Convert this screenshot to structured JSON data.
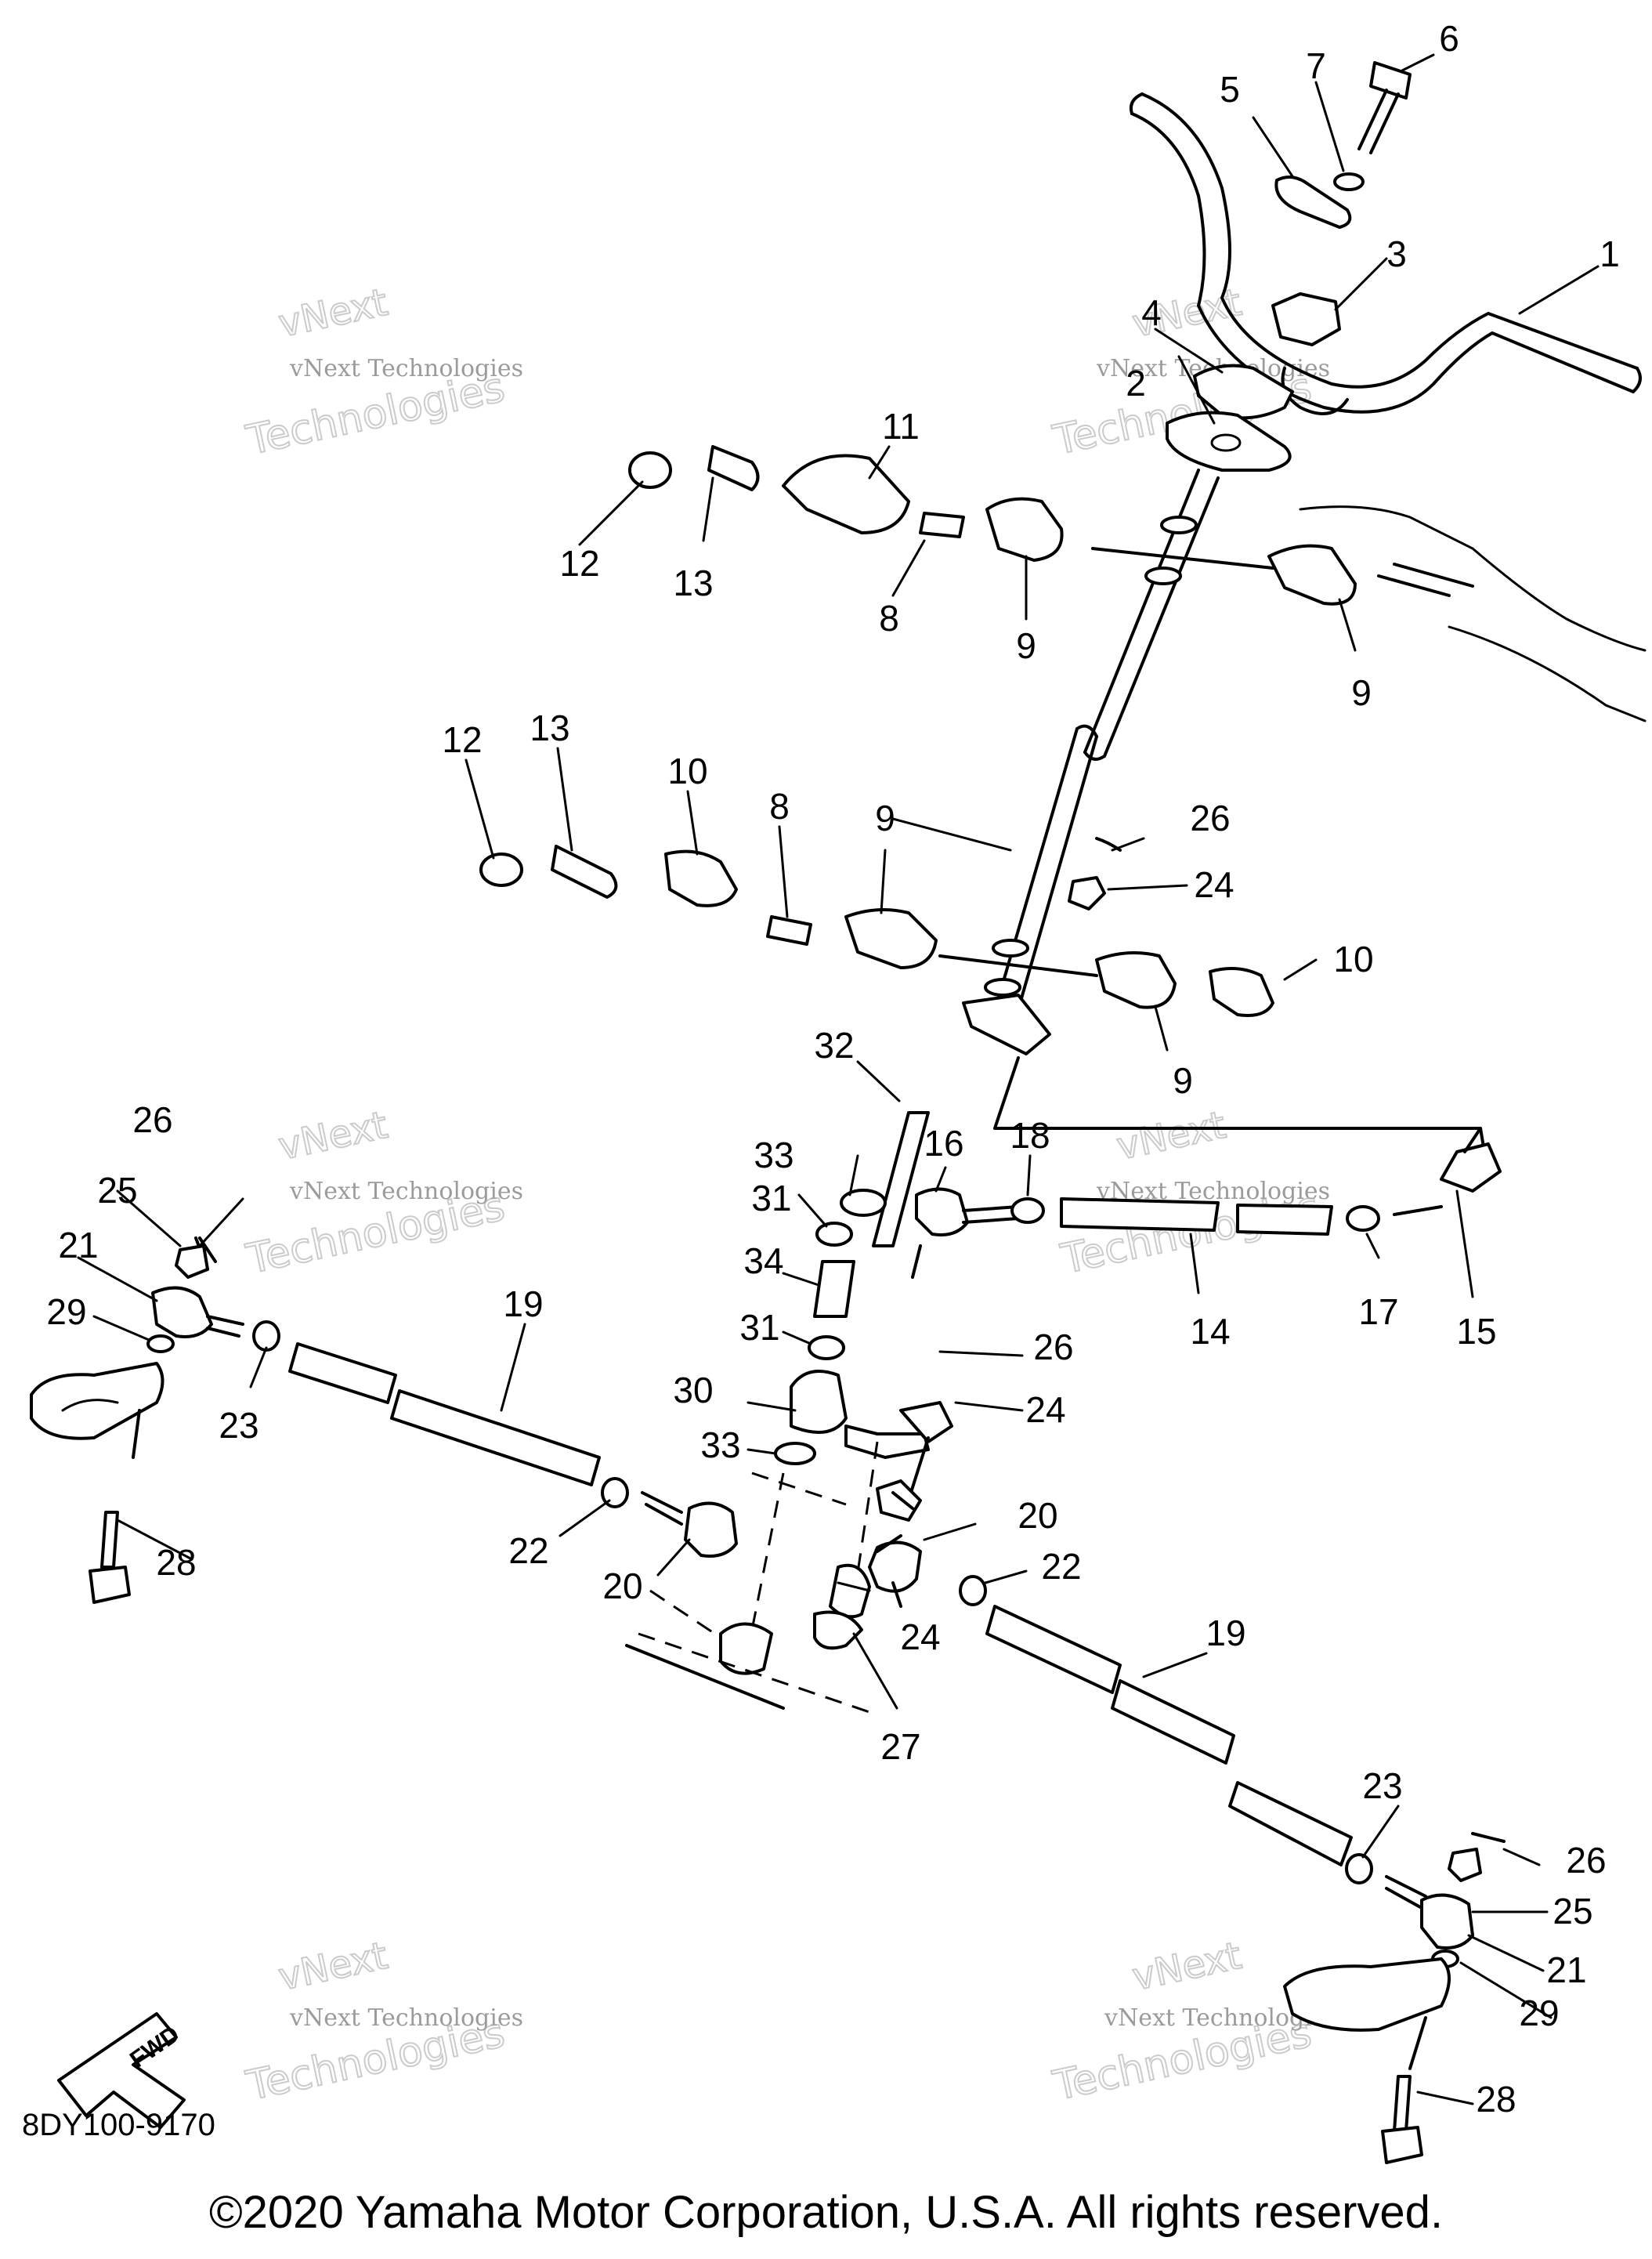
{
  "diagram": {
    "callouts": [
      "1",
      "2",
      "3",
      "4",
      "5",
      "6",
      "7",
      "8",
      "8",
      "9",
      "9",
      "9",
      "9",
      "10",
      "10",
      "11",
      "12",
      "12",
      "13",
      "13",
      "14",
      "15",
      "16",
      "17",
      "18",
      "19",
      "19",
      "20",
      "20",
      "21",
      "21",
      "22",
      "22",
      "23",
      "23",
      "24",
      "24",
      "24",
      "25",
      "25",
      "26",
      "26",
      "26",
      "27",
      "28",
      "28",
      "29",
      "29",
      "30",
      "31",
      "31",
      "32",
      "33",
      "33",
      "34"
    ],
    "direction_label": "FWD",
    "watermark_line1": "vNext Technologies",
    "watermark_line2": "Technologies",
    "watermark_line3": "vNext"
  },
  "footer": {
    "diagram_code": "8DY100-9170",
    "copyright": "©2020 Yamaha Motor Corporation, U.S.A. All rights reserved."
  },
  "colors": {
    "line": "#000000",
    "background": "#ffffff",
    "watermark": "#9a9a9a"
  }
}
